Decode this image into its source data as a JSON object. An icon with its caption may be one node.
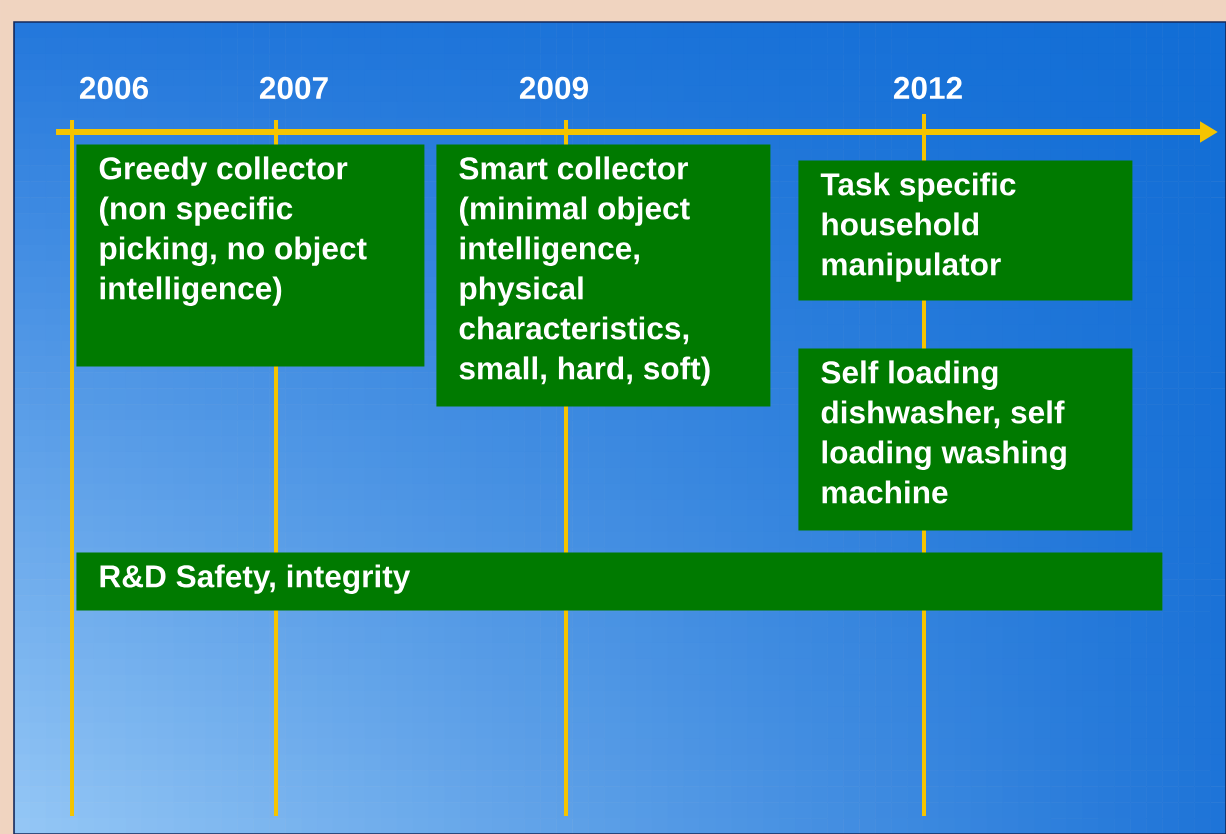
{
  "diagram": {
    "nodes": [
      {
        "text": [
          "Greedy collector (non specific picking, no object intelligence)"
        ]
      },
      {
        "text": [
          "Smart collector (minimal object intelligence, physical characteristics, small, hard, soft)"
        ]
      },
      {
        "text": [
          "Task specific household manipulator"
        ]
      },
      {
        "text": [
          "Self loading dishwasher, self loading washing machine"
        ]
      },
      {
        "text": [
          "R&D Safety, integrity"
        ]
      }
    ],
    "edges": [],
    "labels": [
      "2006",
      "2007",
      "2009",
      "2012"
    ]
  }
}
